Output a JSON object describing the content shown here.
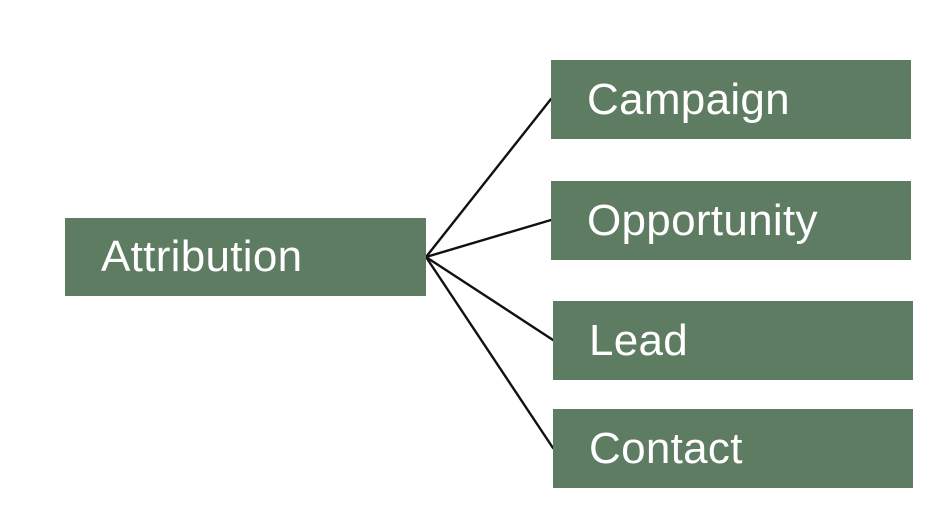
{
  "colors": {
    "node_fill": "#5e7c62",
    "node_text": "#ffffff",
    "connector": "#111111",
    "background": "#ffffff"
  },
  "diagram": {
    "root": {
      "label": "Attribution"
    },
    "children": [
      {
        "label": "Campaign"
      },
      {
        "label": "Opportunity"
      },
      {
        "label": "Lead"
      },
      {
        "label": "Contact"
      }
    ]
  }
}
